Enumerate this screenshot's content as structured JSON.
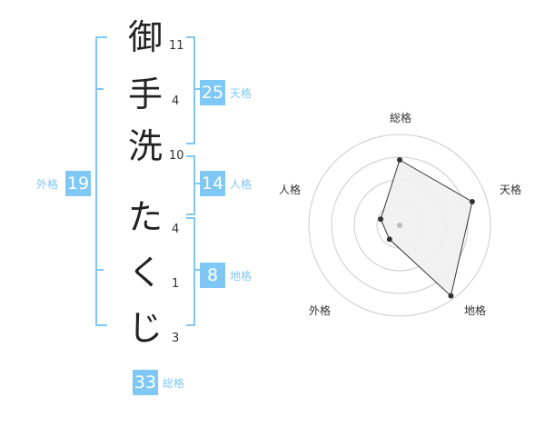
{
  "name": {
    "characters": [
      {
        "char": "御",
        "strokes": "11"
      },
      {
        "char": "手",
        "strokes": "4"
      },
      {
        "char": "洗",
        "strokes": "10"
      },
      {
        "char": "た",
        "strokes": "4"
      },
      {
        "char": "く",
        "strokes": "1"
      },
      {
        "char": "じ",
        "strokes": "3"
      }
    ]
  },
  "fortunes": {
    "tenkaku": {
      "label": "天格",
      "value": "25"
    },
    "jinkaku": {
      "label": "人格",
      "value": "14"
    },
    "chikaku": {
      "label": "地格",
      "value": "8"
    },
    "gaikaku": {
      "label": "外格",
      "value": "19"
    },
    "soukaku": {
      "label": "総格",
      "value": "33"
    }
  },
  "chart_data": {
    "type": "radar",
    "axes": [
      "総格",
      "天格",
      "地格",
      "外格",
      "人格"
    ],
    "values": [
      0.72,
      0.84,
      0.96,
      0.19,
      0.22
    ],
    "rings": 4,
    "colors": {
      "fill": "#efefef",
      "line": "#333333",
      "ring": "#cccccc",
      "bracket": "#7fc8f5",
      "center": "#bbbbbb"
    }
  }
}
